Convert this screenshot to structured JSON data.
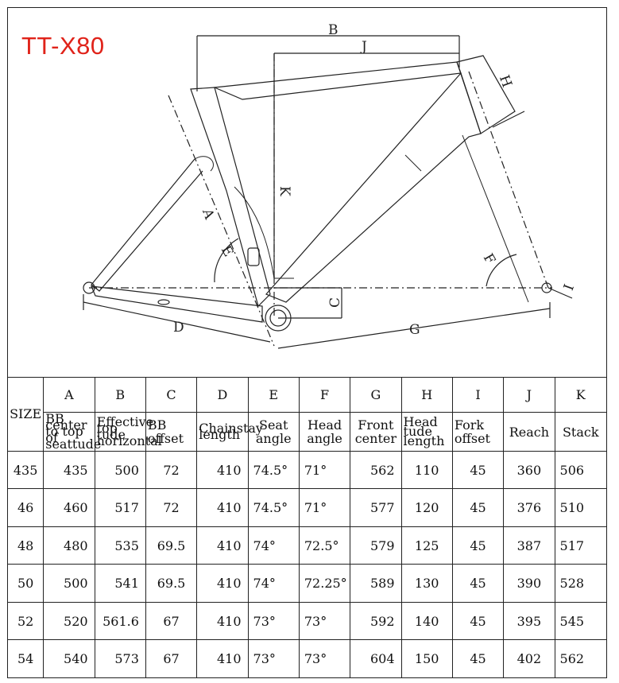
{
  "title": "TT-X80",
  "drawing": {
    "labels": {
      "A": "A",
      "B": "B",
      "C": "C",
      "D": "D",
      "E1": "E",
      "F": "F",
      "G": "G",
      "H": "H",
      "I": "I",
      "J": "J",
      "K": "K"
    }
  },
  "table": {
    "size_header": "SIZE",
    "letters": [
      "A",
      "B",
      "C",
      "D",
      "E",
      "F",
      "G",
      "H",
      "I",
      "J",
      "K"
    ],
    "descriptions": [
      "BB center to top of seattude",
      "Effective top tude horizontal",
      "BB offset",
      "Chainstay length",
      "Seat angle",
      "Head angle",
      "Front center",
      "Head tude length",
      "Fork offset",
      "Reach",
      "Stack"
    ],
    "rows": [
      {
        "size": "435",
        "values": [
          "435",
          "500",
          "72",
          "410",
          "74.5°",
          "71°",
          "562",
          "110",
          "45",
          "360",
          "506"
        ]
      },
      {
        "size": "46",
        "values": [
          "460",
          "517",
          "72",
          "410",
          "74.5°",
          "71°",
          "577",
          "120",
          "45",
          "376",
          "510"
        ]
      },
      {
        "size": "48",
        "values": [
          "480",
          "535",
          "69.5",
          "410",
          "74°",
          "72.5°",
          "579",
          "125",
          "45",
          "387",
          "517"
        ]
      },
      {
        "size": "50",
        "values": [
          "500",
          "541",
          "69.5",
          "410",
          "74°",
          "72.25°",
          "589",
          "130",
          "45",
          "390",
          "528"
        ]
      },
      {
        "size": "52",
        "values": [
          "520",
          "561.6",
          "67",
          "410",
          "73°",
          "73°",
          "592",
          "140",
          "45",
          "395",
          "545"
        ]
      },
      {
        "size": "54",
        "values": [
          "540",
          "573",
          "67",
          "410",
          "73°",
          "73°",
          "604",
          "150",
          "45",
          "402",
          "562"
        ]
      }
    ]
  }
}
